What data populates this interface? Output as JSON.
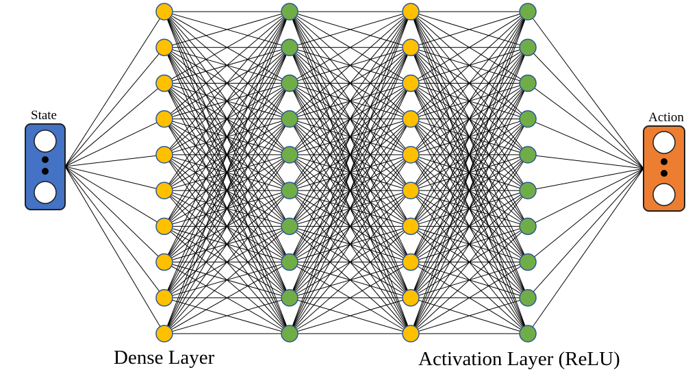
{
  "input_box": {
    "label": "State",
    "color": "#4472C4"
  },
  "output_box": {
    "label": "Action",
    "color": "#ED7D31"
  },
  "captions": {
    "dense": "Dense Layer",
    "activation": "Activation Layer (ReLU)"
  },
  "layers": [
    {
      "kind": "dense",
      "neurons": 10,
      "color": "#FFC000"
    },
    {
      "kind": "activation",
      "neurons": 10,
      "color": "#70AD47"
    },
    {
      "kind": "dense",
      "neurons": 10,
      "color": "#FFC000"
    },
    {
      "kind": "activation",
      "neurons": 10,
      "color": "#70AD47"
    }
  ],
  "colors": {
    "neuron_outline": "#2F5597",
    "edge": "#000000",
    "box_outline": "#1F1F1F",
    "box_inner": "#FFFFFF"
  }
}
